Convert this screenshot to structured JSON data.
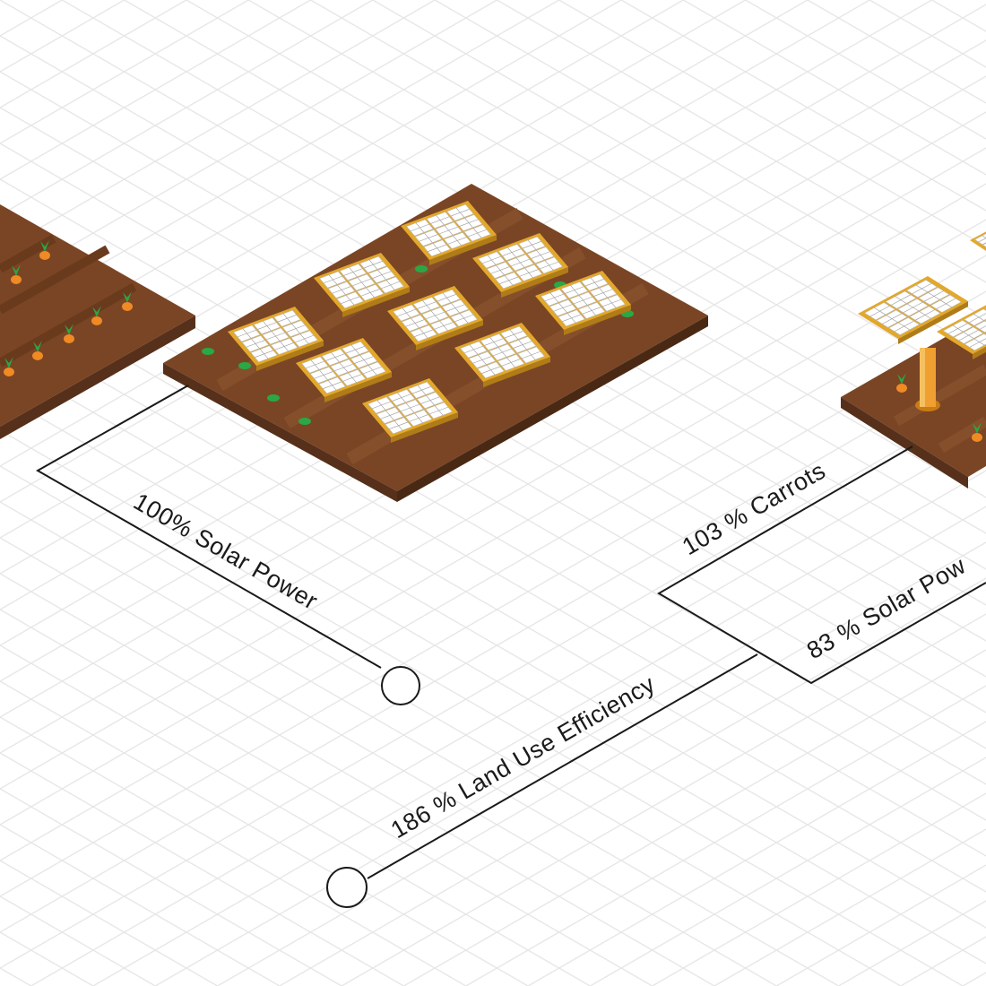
{
  "labels": {
    "solar_only": "100% Solar Power",
    "carrots": "103 % Carrots",
    "agri_solar": "83 % Solar Pow",
    "land_use": "186 % Land Use Efficiency"
  },
  "scenes": {
    "left_field": "carrot-field",
    "middle_field": "solar-panel-field",
    "right_field": "agrivoltaic-field"
  },
  "colors": {
    "soil_top": "#7a4524",
    "soil_side": "#56301a",
    "soil_furrow": "#8a5430",
    "panel_frame": "#e3a82a",
    "panel_cell": "#ffffff",
    "grid_line": "#e6e6e6",
    "carrot": "#f08a24",
    "leaf": "#2aa845",
    "pole": "#f0a030",
    "ink": "#1a1a1a"
  }
}
